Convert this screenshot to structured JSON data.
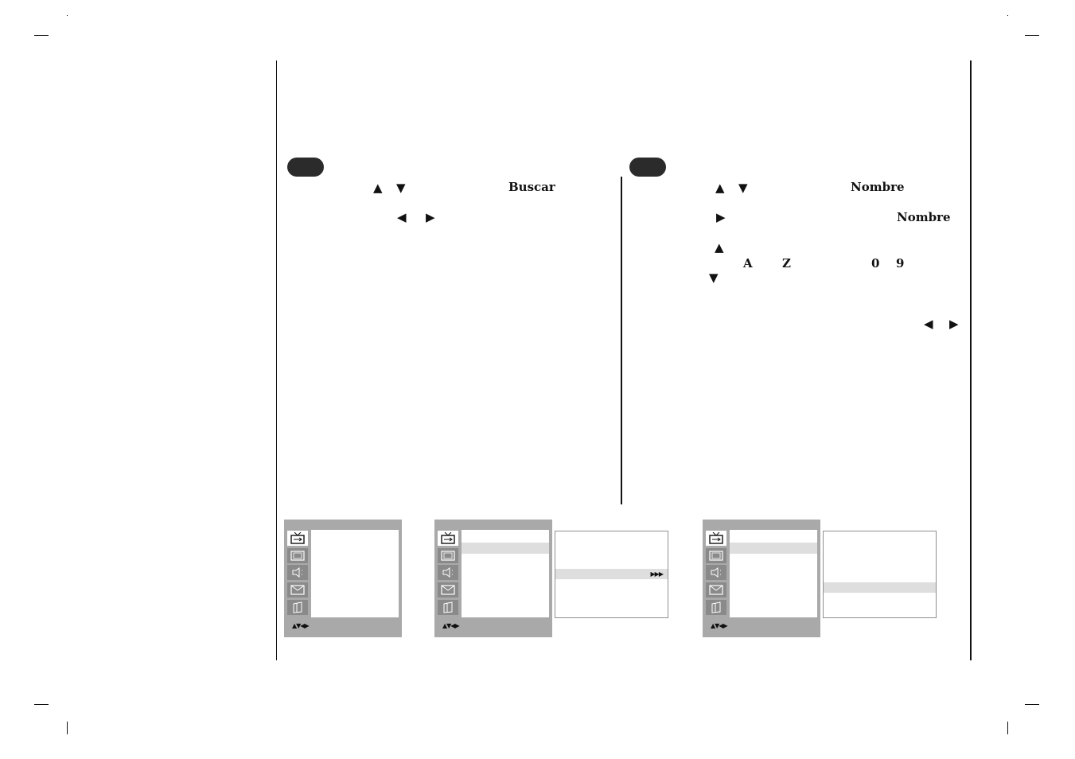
{
  "left": {
    "line1": {
      "arrow_up": "▲",
      "slash": "/",
      "arrow_down": "▼",
      "keyword": "Buscar"
    },
    "line2": {
      "arrow_left": "◀",
      "slash": "/",
      "arrow_right": "▶"
    }
  },
  "right": {
    "line1": {
      "arrow_up": "▲",
      "slash": "/",
      "arrow_down": "▼",
      "keyword": "Nombre"
    },
    "line2": {
      "arrow_right": "▶",
      "keyword": "Nombre"
    },
    "line3": {
      "arrow_up": "▲"
    },
    "line4": {
      "letter_a": "A",
      "letter_z": "Z",
      "digit_0": "0",
      "digit_9": "9"
    },
    "line5": {
      "arrow_down": "▼"
    },
    "line6": {
      "arrow_left": "◀",
      "slash": "/",
      "arrow_right": "▶"
    }
  },
  "osd": {
    "nav_hint": "▲▼◀▶",
    "submenu_arrows": "▶▶▶",
    "icons": [
      "tv-station-icon",
      "picture-icon",
      "sound-icon",
      "time-icon",
      "special-icon"
    ]
  }
}
